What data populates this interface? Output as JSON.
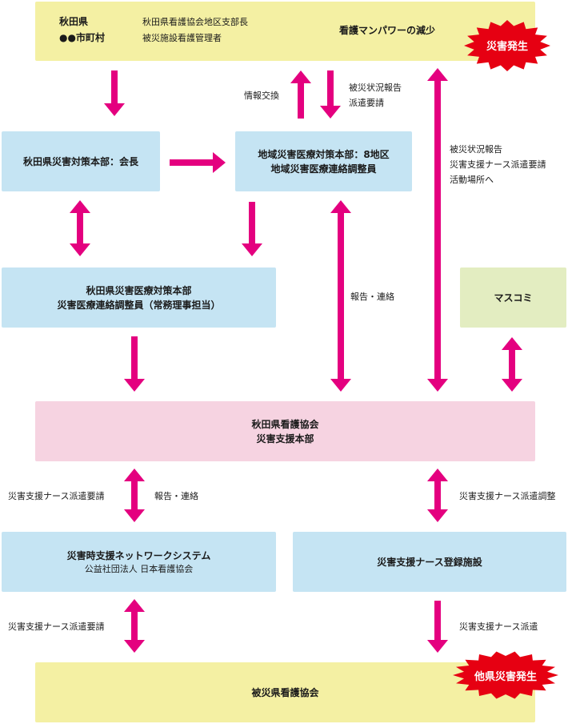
{
  "top_bar": {
    "prefecture": "秋田県",
    "municipality": "●●市町村",
    "roles": [
      "秋田県看護協会地区支部長",
      "被災施設看護管理者"
    ],
    "note": "看護マンパワーの減少",
    "badge": "災害発生"
  },
  "nodes": {
    "pref_hq": "秋田県災害対策本部：会長",
    "regional_hq": [
      "地域災害医療対策本部：8地区",
      "地域災害医療連絡調整員"
    ],
    "medical_hq": [
      "秋田県災害医療対策本部",
      "災害医療連絡調整員（常務理事担当）"
    ],
    "media": "マスコミ",
    "nursing_assoc": [
      "秋田県看護協会",
      "災害支援本部"
    ],
    "network": {
      "title": "災害時支援ネットワークシステム",
      "subtitle": "公益社団法人 日本看護協会"
    },
    "registered": "災害支援ナース登録施設",
    "affected": "被災県看護協会",
    "other_badge": "他県災害発生"
  },
  "edge_labels": {
    "info_exchange": "情報交換",
    "report_dispatch": [
      "被災状況報告",
      "派遣要請"
    ],
    "right_column": [
      "被災状況報告",
      "災害支援ナース派遣要請",
      "活動場所へ"
    ],
    "report_contact_mid": "報告・連絡",
    "dispatch_request_left": "災害支援ナース派遣要請",
    "report_contact_left": "報告・連絡",
    "dispatch_adjust": "災害支援ナース派遣調整",
    "dispatch_request_bottom": "災害支援ナース派遣要請",
    "dispatch_bottom": "災害支援ナース派遣"
  },
  "colors": {
    "arrow": "#e4007f",
    "burst": "#e60012",
    "yellow": "#f4f0a3",
    "blue": "#c5e4f3",
    "green": "#e3edc1",
    "pink": "#f6d3e1"
  }
}
